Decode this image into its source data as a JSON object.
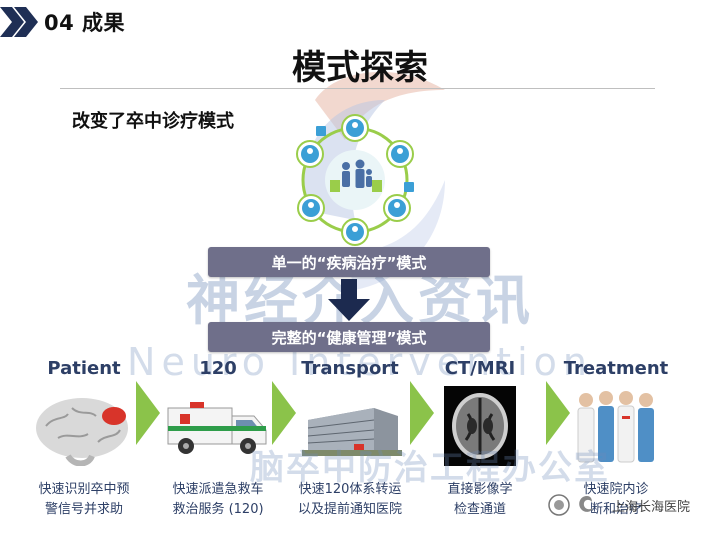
{
  "section": {
    "label": "04 成果"
  },
  "title": "模式探索",
  "subheading": "改变了卒中诊疗模式",
  "model": {
    "old": "单一的“疾病治疗”模式",
    "new": "完整的“健康管理”模式"
  },
  "watermark": {
    "line1": "神经介入资讯",
    "line2": "Neuro Intervention",
    "line3": "脑卒中防治工程办公室"
  },
  "steps": [
    {
      "title": "Patient",
      "desc_line1": "快速识别卒中预",
      "desc_line2": "警信号并求助"
    },
    {
      "title": "120",
      "desc_line1": "快速派遣急救车",
      "desc_line2": "救治服务 (120)"
    },
    {
      "title": "Transport",
      "desc_line1": "快速120体系转运",
      "desc_line2": "以及提前通知医院"
    },
    {
      "title": "CT/MRI",
      "desc_line1": "直接影像学",
      "desc_line2": "检查通道"
    },
    {
      "title": "Treatment",
      "desc_line1": "快速院内诊",
      "desc_line2": "断和治疗"
    }
  ],
  "footer": {
    "hospital": "上海长海医院"
  },
  "colors": {
    "accent_navy": "#2d3f66",
    "arrow_green": "#8bc34a",
    "model_box": "#6f6f8a",
    "circle_blue": "#3b9fd6",
    "ring_green": "#9acd4a"
  }
}
